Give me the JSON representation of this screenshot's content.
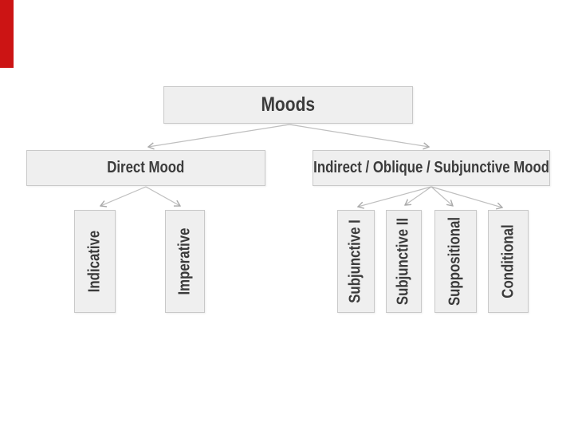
{
  "canvas": {
    "background_color": "#ffffff",
    "accent_bar_color": "#cc1414"
  },
  "diagram": {
    "type": "tree",
    "title": "Moods",
    "root": {
      "label": "Moods"
    },
    "branches": [
      {
        "label": "Direct Mood",
        "children": [
          "Indicative",
          "Imperative"
        ]
      },
      {
        "label": "Indirect / Oblique / Subjunctive Mood",
        "children": [
          "Subjunctive I",
          "Subjunctive II",
          "Suppositional",
          "Conditional"
        ]
      }
    ],
    "colors": {
      "node_fill": "#efefef",
      "node_border": "#c9c9c9",
      "text": "#3b3b3b",
      "arrow": "#bfbfbf"
    },
    "leaf_text_orientation": "rotated-90-ccw"
  }
}
